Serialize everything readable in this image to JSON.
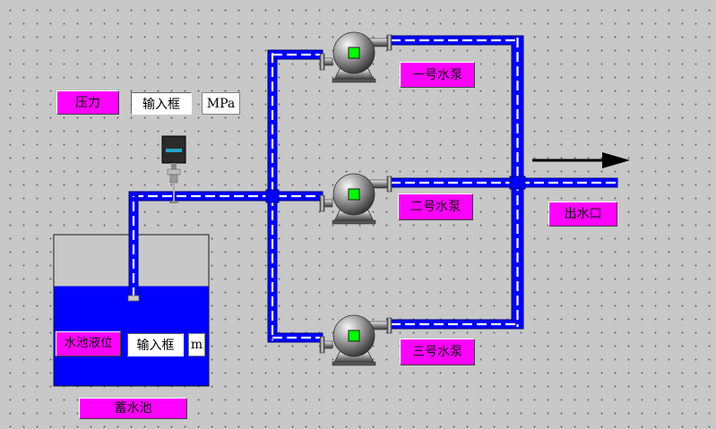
{
  "colors": {
    "background": "#c8c8c8",
    "label_bg": "#ff00ff",
    "pipe_fill": "#0000ff",
    "pipe_stripe": "#ffffff",
    "water": "#0000ff",
    "pump_indicator": "#00ff00"
  },
  "pressure": {
    "label": "压力",
    "input_text": "输入框",
    "unit": "MPa"
  },
  "pumps": [
    {
      "name": "一号水泵",
      "status_color": "#00ff00"
    },
    {
      "name": "二号水泵",
      "status_color": "#00ff00"
    },
    {
      "name": "三号水泵",
      "status_color": "#00ff00"
    }
  ],
  "outlet": {
    "label": "出水口",
    "icon": "arrow-right-icon"
  },
  "tank": {
    "name": "蓄水池",
    "level_label": "水池液位",
    "input_text": "输入框",
    "unit": "m",
    "level_fraction": 0.66
  },
  "sensor": {
    "icon": "pressure-transmitter-icon"
  }
}
